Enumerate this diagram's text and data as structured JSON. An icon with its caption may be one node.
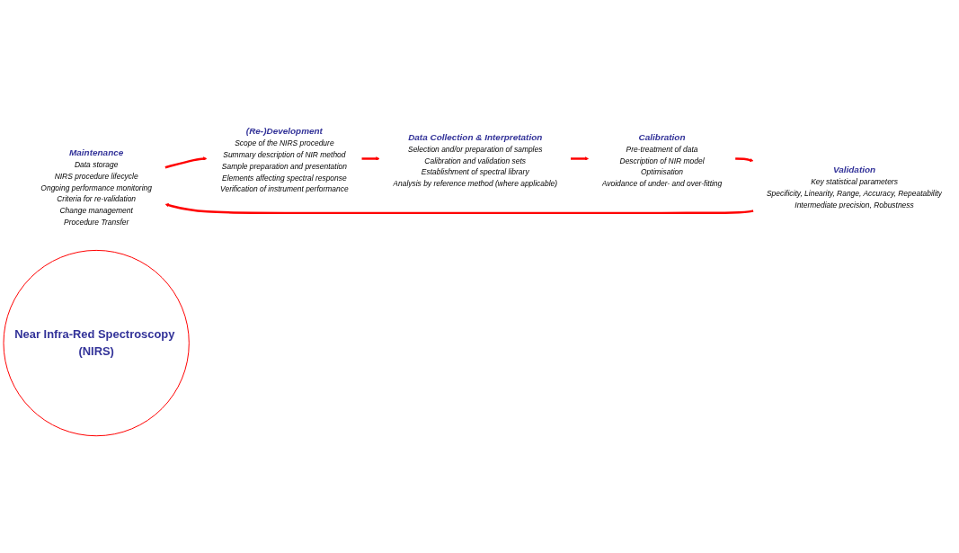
{
  "diagram": {
    "nodes": [
      {
        "text": [
          "Maintenance",
          "Data storage",
          "NIRS procedure lifecycle",
          "Ongoing performance monitoring",
          "Criteria for re-validation",
          "Change management",
          "Procedure Transfer"
        ]
      },
      {
        "text": [
          "(Re-)Development",
          "Scope of the NIRS procedure",
          "Summary description of NIR method",
          "Sample preparation and presentation",
          "Elements affecting spectral response",
          "Verification of instrument performance"
        ]
      },
      {
        "text": [
          "Data Collection & Interpretation",
          "Selection and/or preparation of samples",
          "Calibration and validation sets",
          "Establishment of spectral library",
          "Analysis by reference method (where applicable)"
        ]
      },
      {
        "text": [
          "Calibration",
          "Pre-treatment of data",
          "Description of NIR model",
          "Optimisation",
          "Avoidance of under- and over-fitting"
        ]
      },
      {
        "text": [
          "Validation",
          "Key statistical parameters",
          "Specificity, Linearity, Range, Accuracy, Repeatability",
          "Intermediate precision, Robustness"
        ]
      },
      {
        "text": [
          "Near Infra-Red Spectroscopy (NIRS)"
        ]
      }
    ],
    "edges": [
      {
        "from": 0,
        "to": 1,
        "arrow": "to"
      },
      {
        "from": 1,
        "to": 2,
        "arrow": "to"
      },
      {
        "from": 2,
        "to": 3,
        "arrow": "to"
      },
      {
        "from": 3,
        "to": 4,
        "arrow": "to"
      },
      {
        "from": 4,
        "to": 0,
        "arrow": "to"
      }
    ]
  }
}
